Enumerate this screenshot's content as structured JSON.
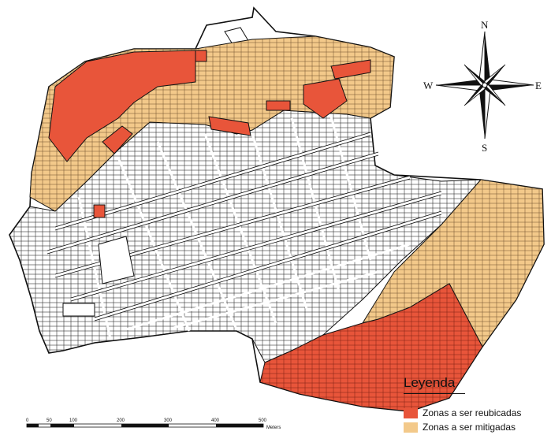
{
  "compass": {
    "north": "N",
    "south": "S",
    "east": "E",
    "west": "W"
  },
  "legend": {
    "title": "Leyenda",
    "items": [
      {
        "label": "Zonas a ser reubicadas",
        "color": "#e8553a"
      },
      {
        "label": "Zonas a ser mitigadas",
        "color": "#f3c98a"
      }
    ]
  },
  "scale": {
    "ticks": [
      "0",
      "50",
      "100",
      "200",
      "300",
      "400",
      "500"
    ],
    "unit": "Meters"
  },
  "colors": {
    "relocation": "#e8553a",
    "mitigation": "#f3c98a",
    "block_fill": "#ffffff",
    "block_stroke": "#222222"
  }
}
